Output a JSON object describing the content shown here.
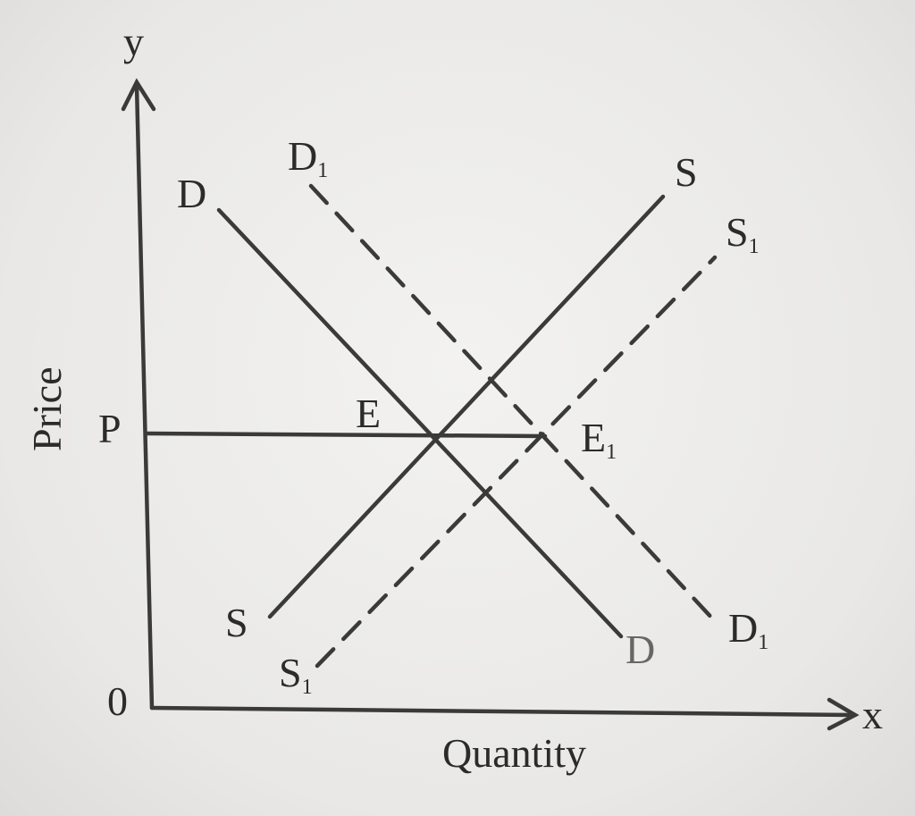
{
  "axes": {
    "y_label": "y",
    "x_label": "x",
    "y_title": "Price",
    "x_title": "Quantity",
    "origin": "0"
  },
  "price_marker": "P",
  "curves": {
    "demand": {
      "label": "D"
    },
    "demand_shifted": {
      "label": "D",
      "subscript": "1"
    },
    "supply": {
      "label": "S"
    },
    "supply_shifted": {
      "label": "S",
      "subscript": "1"
    }
  },
  "equilibria": {
    "original": {
      "label": "E"
    },
    "new": {
      "label": "E",
      "subscript": "1"
    }
  }
}
